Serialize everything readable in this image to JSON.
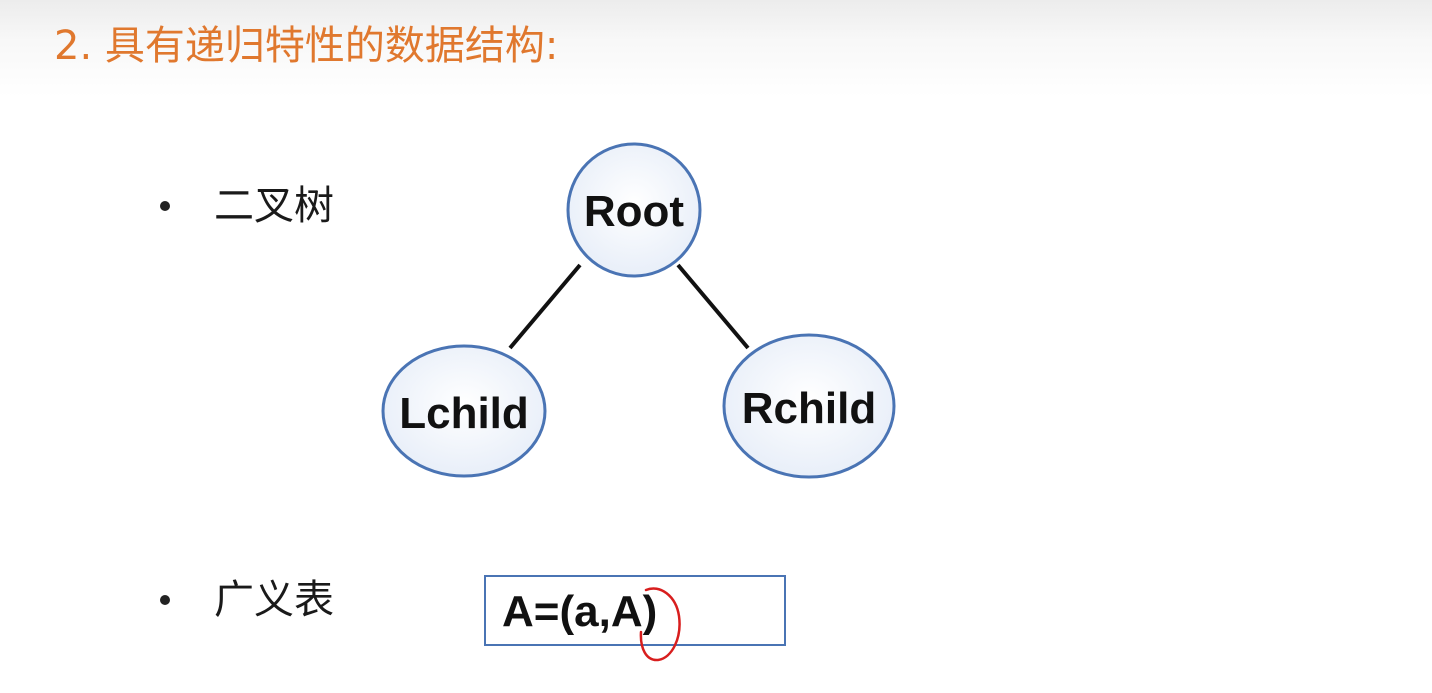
{
  "slide": {
    "title": "2. 具有递归特性的数据结构:",
    "bullets": [
      {
        "text": "二叉树"
      },
      {
        "text": "广义表"
      }
    ],
    "tree": {
      "root": "Root",
      "left": "Lchild",
      "right": "Rchild"
    },
    "formula": "A=(a,A)"
  },
  "colors": {
    "title": "#e0782e",
    "node_stroke": "#4a74b4",
    "node_fill": "#eef3fb",
    "edge": "#111111",
    "annotation": "#d81e1e"
  }
}
